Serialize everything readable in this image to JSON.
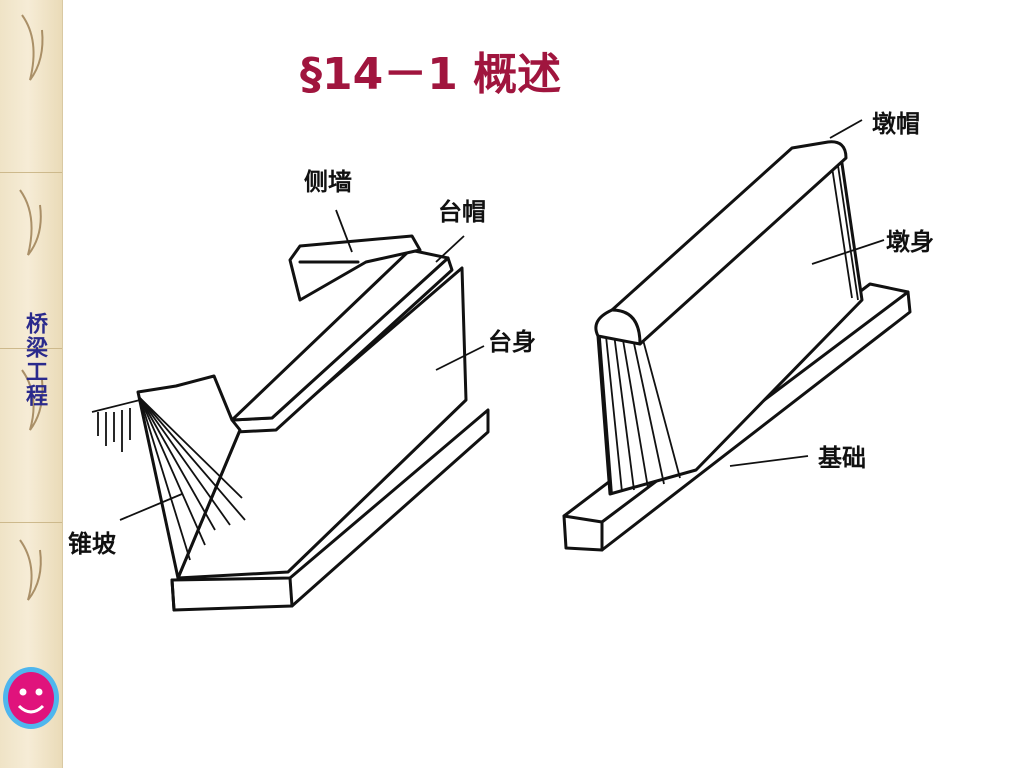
{
  "sidebar": {
    "title": "桥梁工程",
    "accent_color": "#2a2a8c",
    "icon": "smiley-icon"
  },
  "slide": {
    "title": "§14－1  概述",
    "title_color": "#a0153e"
  },
  "abutment": {
    "labels": {
      "side_wall": "侧墙",
      "cap": "台帽",
      "body": "台身",
      "slope": "锥坡"
    }
  },
  "pier": {
    "labels": {
      "cap": "墩帽",
      "body": "墩身",
      "foundation": "基础"
    }
  }
}
